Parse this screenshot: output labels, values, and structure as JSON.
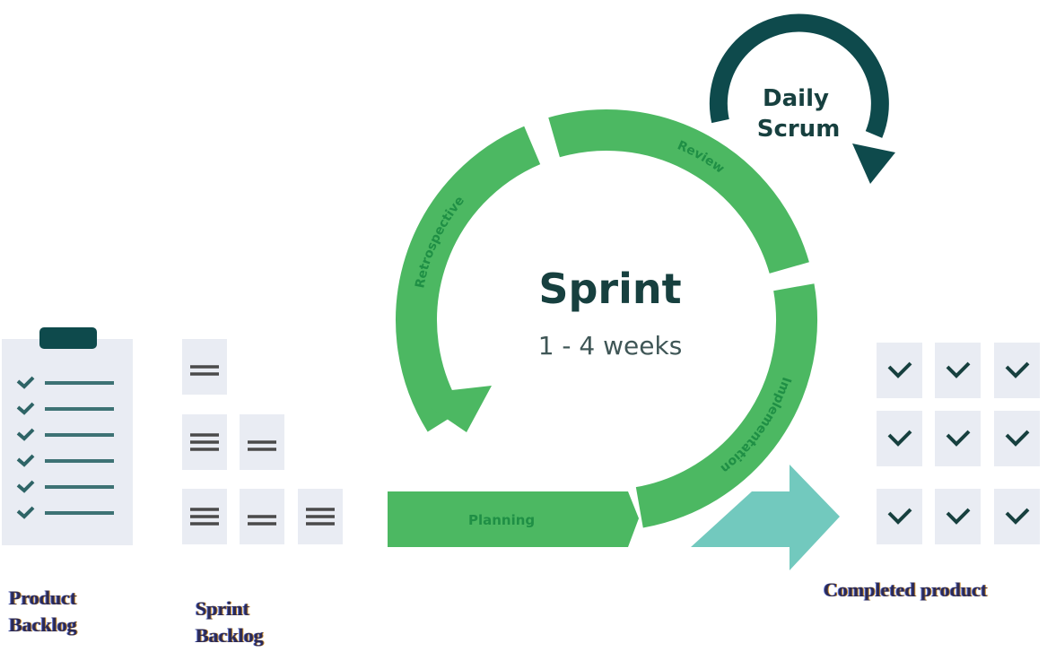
{
  "sprint": {
    "title": "Sprint",
    "duration": "1 - 4 weeks",
    "phases": [
      "Planning",
      "Implementation",
      "Review",
      "Retrospective"
    ]
  },
  "daily_scrum": {
    "line1": "Daily",
    "line2": "Scrum"
  },
  "labels": {
    "product_backlog": [
      "Product",
      "Backlog"
    ],
    "sprint_backlog": [
      "Sprint",
      "Backlog"
    ],
    "completed_product": "Completed product"
  },
  "colors": {
    "cycle_green": "#4cb862",
    "phase_text": "#1f8f45",
    "dark_teal": "#0e4a4c",
    "output_arrow": "#72c9be",
    "card_bg": "#e9ecf3",
    "card_lines": "#4a4a4a"
  }
}
